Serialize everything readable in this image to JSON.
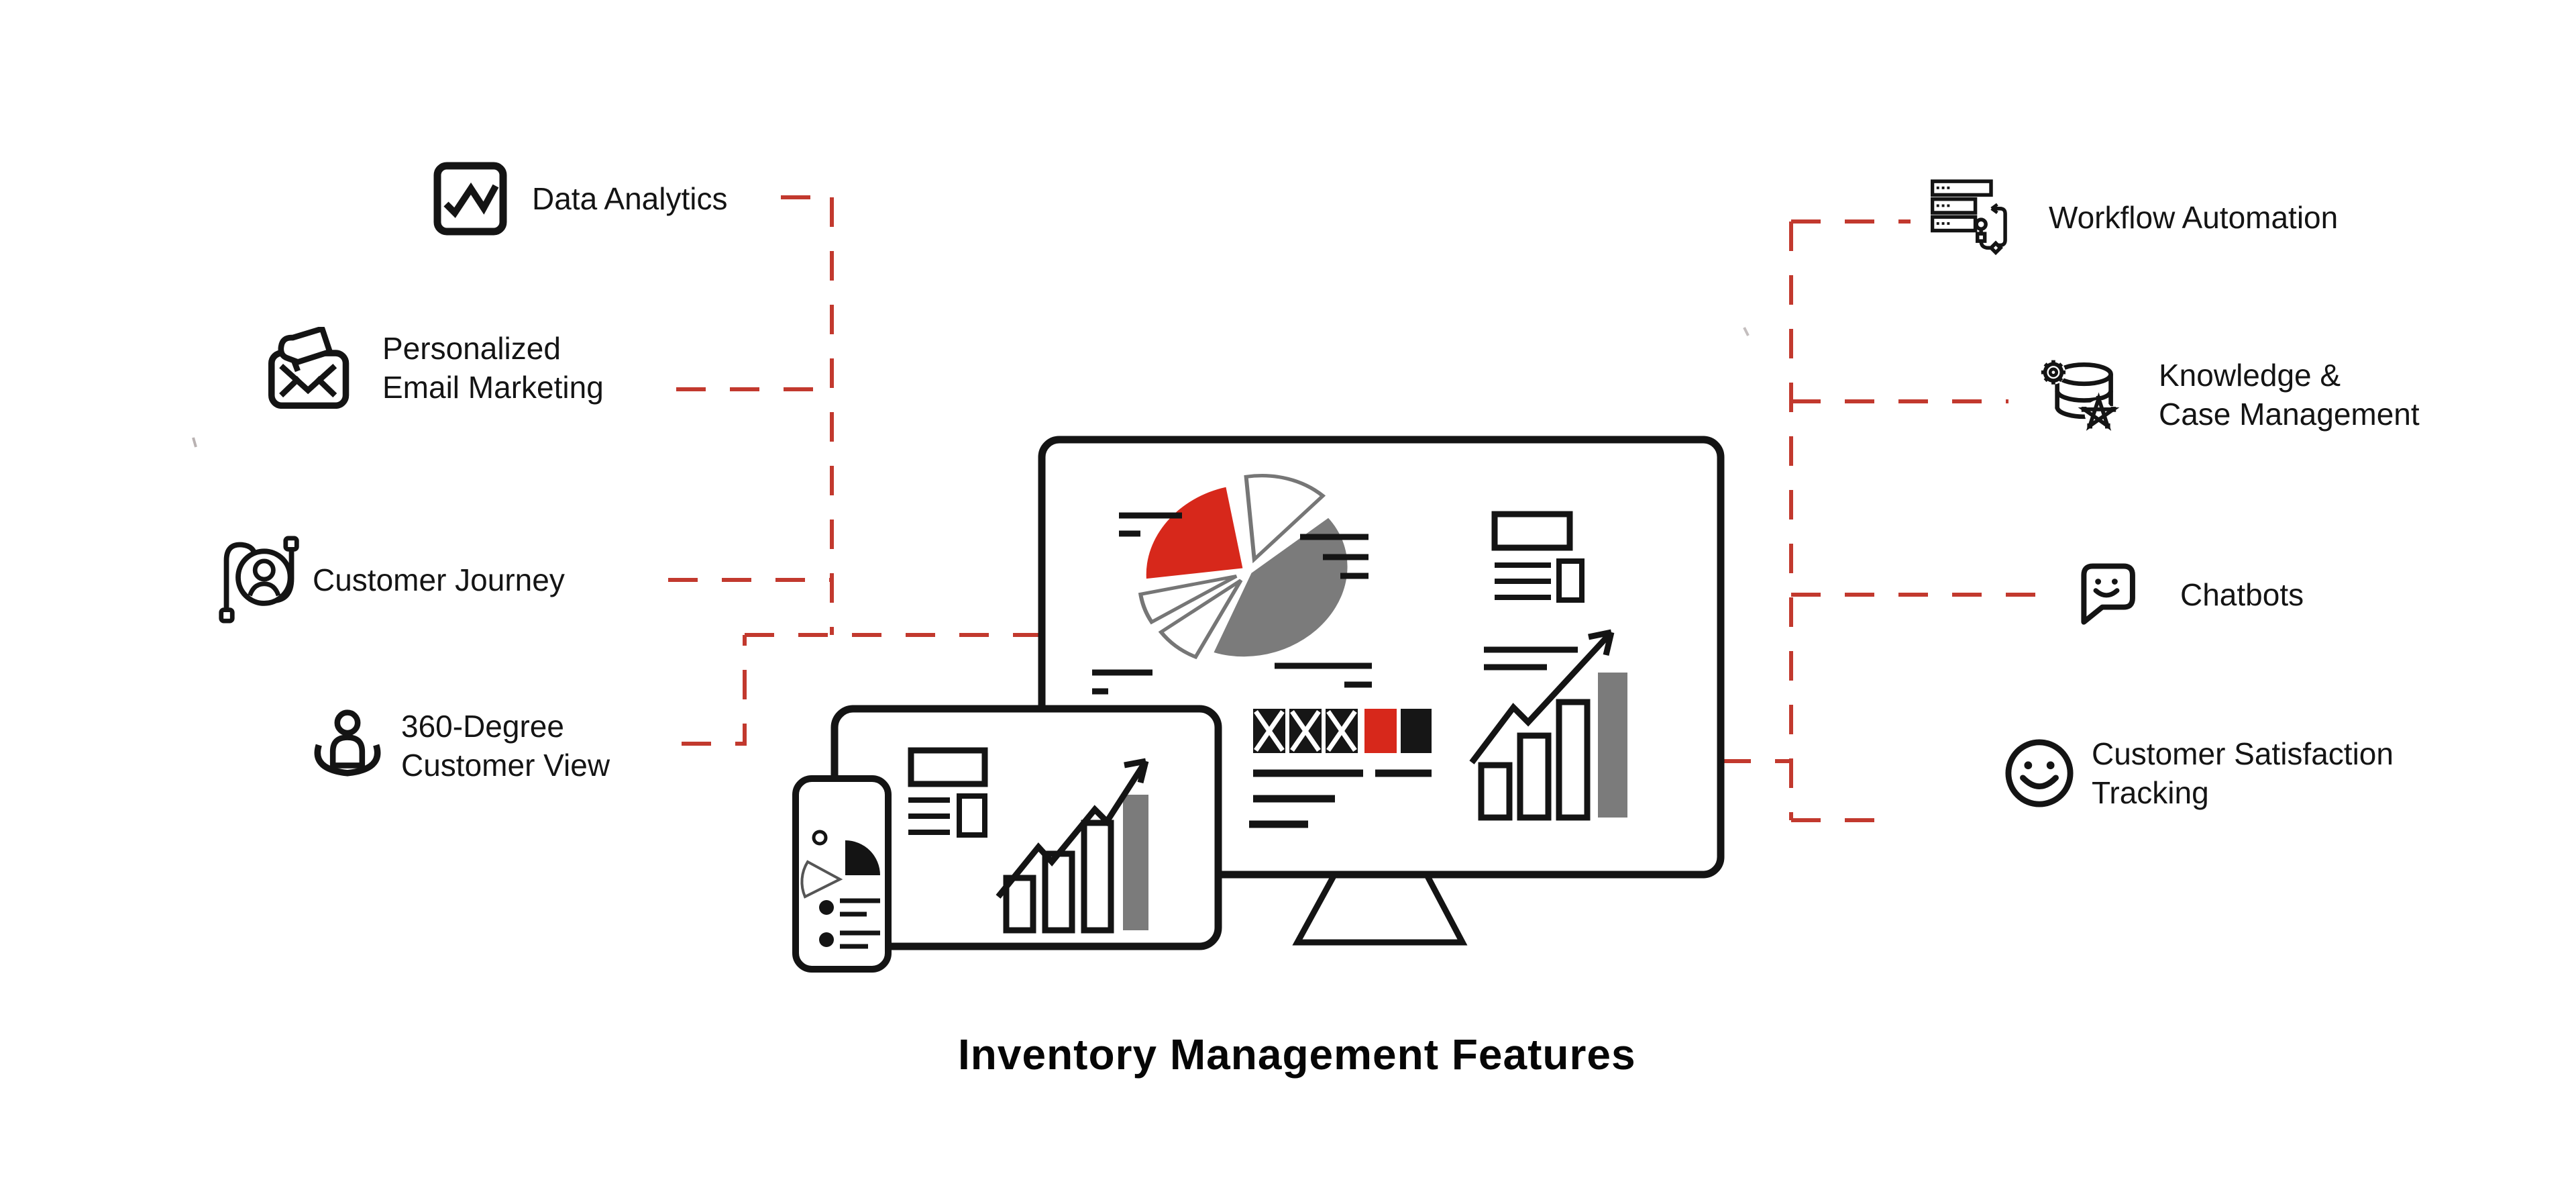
{
  "title": {
    "text": "Inventory Management Features"
  },
  "colors": {
    "ink": "#141414",
    "connector_red": "#C2392E",
    "accent_red": "#D7281B",
    "chart_gray": "#7B7B7B"
  },
  "features": {
    "left": [
      {
        "id": "data-analytics",
        "icon": "line-chart-icon",
        "lines": [
          "Data Analytics"
        ]
      },
      {
        "id": "personalized-email-marketing",
        "icon": "email-megaphone-icon",
        "lines": [
          "Personalized",
          "Email Marketing"
        ]
      },
      {
        "id": "customer-journey",
        "icon": "customer-journey-icon",
        "lines": [
          "Customer Journey"
        ]
      },
      {
        "id": "360-degree-customer-view",
        "icon": "person-360-icon",
        "lines": [
          "360-Degree",
          "Customer View"
        ]
      }
    ],
    "right": [
      {
        "id": "workflow-automation",
        "icon": "workflow-automation-icon",
        "lines": [
          "Workflow Automation"
        ]
      },
      {
        "id": "knowledge-case-management",
        "icon": "knowledge-base-icon",
        "lines": [
          "Knowledge &",
          "Case Management"
        ]
      },
      {
        "id": "chatbots",
        "icon": "chatbot-icon",
        "lines": [
          "Chatbots"
        ]
      },
      {
        "id": "customer-satisfaction-tracking",
        "icon": "smiley-icon",
        "lines": [
          "Customer Satisfaction",
          "Tracking"
        ]
      }
    ]
  },
  "illustration": {
    "devices": [
      "monitor",
      "tablet",
      "phone"
    ]
  }
}
